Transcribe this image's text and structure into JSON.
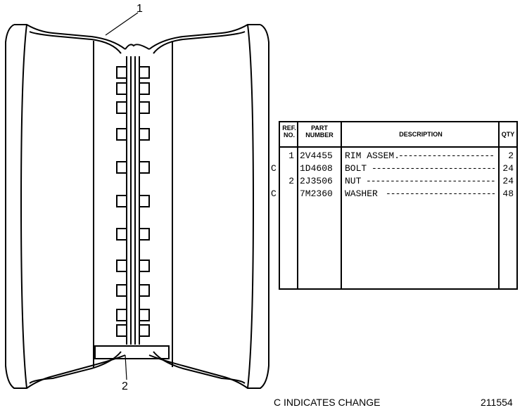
{
  "callouts": {
    "one": "1",
    "two": "2"
  },
  "table": {
    "headers": {
      "ref": "REF.\nNO.",
      "part": "PART\nNUMBER",
      "desc": "DESCRIPTION",
      "qty": "QTY"
    },
    "rows": [
      {
        "change": "",
        "ref": "1",
        "part": "2V4455",
        "desc": "RIM ASSEM.",
        "qty": "2"
      },
      {
        "change": "C",
        "ref": "",
        "part": "1D4608",
        "desc": "BOLT",
        "qty": "24"
      },
      {
        "change": "",
        "ref": "2",
        "part": "2J3506",
        "desc": "NUT",
        "qty": "24"
      },
      {
        "change": "C",
        "ref": "",
        "part": "7M2360",
        "desc": "WASHER",
        "qty": "48"
      }
    ]
  },
  "footer": {
    "note": "C INDICATES CHANGE",
    "figure_number": "211554"
  }
}
